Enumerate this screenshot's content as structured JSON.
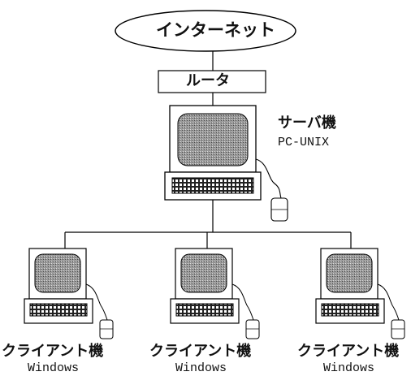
{
  "internet": {
    "label": "インターネット"
  },
  "router": {
    "label": "ルータ"
  },
  "server": {
    "role": "サーバ機",
    "os": "PC-UNIX"
  },
  "clients": [
    {
      "role": "クライアント機",
      "os": "Windows"
    },
    {
      "role": "クライアント機",
      "os": "Windows"
    },
    {
      "role": "クライアント機",
      "os": "Windows"
    }
  ]
}
